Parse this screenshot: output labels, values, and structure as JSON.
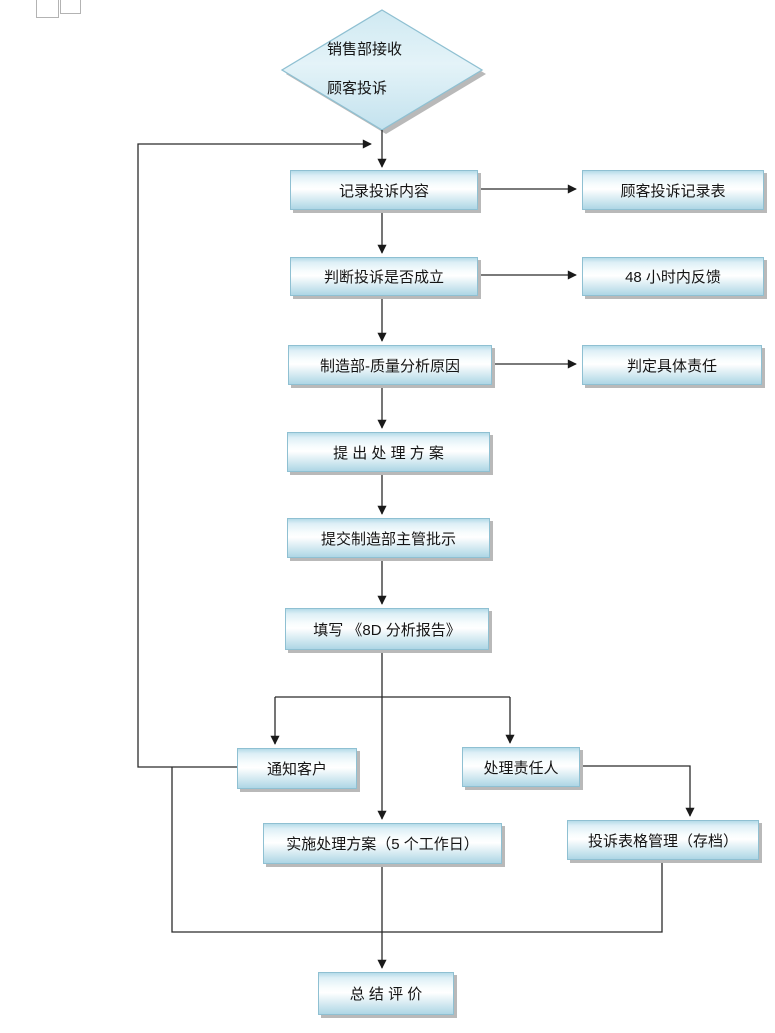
{
  "diagram": {
    "title": "customer-complaint-handling-flowchart",
    "type": "flowchart"
  },
  "colors": {
    "node_fill_light": "#f7fcfd",
    "node_fill_blue": "#aed6e5",
    "node_border": "#8fc0d2",
    "node_shadow": "#b9b9b9",
    "connector": "#2b2b2b",
    "background": "#ffffff"
  },
  "nodes": {
    "start": {
      "line1": "销售部接收",
      "line2": "顾客投诉"
    },
    "record": {
      "label": "记录投诉内容"
    },
    "record_form": {
      "label": "顾客投诉记录表"
    },
    "judge": {
      "label": "判断投诉是否成立"
    },
    "feedback48": {
      "label": "48 小时内反馈"
    },
    "analyze": {
      "label": "制造部-质量分析原因"
    },
    "determine": {
      "label": "判定具体责任"
    },
    "propose": {
      "label": "提 出 处 理 方 案"
    },
    "submit": {
      "label": "提交制造部主管批示"
    },
    "report8d": {
      "label": "填写 《8D 分析报告》"
    },
    "notify": {
      "label": "通知客户"
    },
    "responsible": {
      "label": "处理责任人"
    },
    "implement": {
      "label": "实施处理方案（5 个工作日）"
    },
    "archive": {
      "label": "投诉表格管理（存档）"
    },
    "summary": {
      "label": "总 结 评 价"
    }
  }
}
